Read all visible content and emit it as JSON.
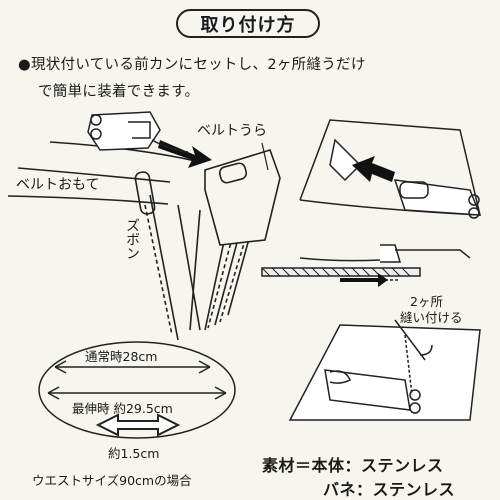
{
  "title": "取り付け方",
  "intro": {
    "bullet": "●",
    "line1": "現状付いている前カンにセットし、2ヶ所縫うだけ",
    "line2": "で簡単に装着できます。"
  },
  "labels": {
    "belt_back": "ベルトうら",
    "belt_front": "ベルトおもて",
    "pants": "ズボン",
    "sew_line1": "2ヶ所",
    "sew_line2": "縫い付ける"
  },
  "size_info": {
    "normal": "通常時28cm",
    "max": "最伸時 約29.5cm",
    "width": "約1.5cm",
    "note": "ウエストサイズ90cmの場合"
  },
  "materials": {
    "row1": "素材＝本体：ステンレス",
    "row2": "バネ：ステンレス"
  }
}
